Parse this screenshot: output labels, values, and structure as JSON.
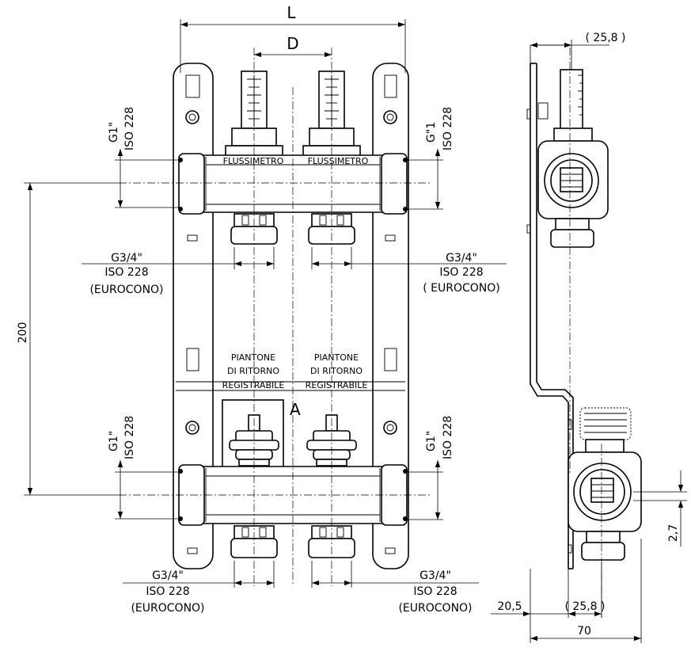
{
  "dimensions": {
    "L": "L",
    "D": "D",
    "height_200": "200",
    "side_top": "( 25,8 )",
    "side_bottom": "( 25,8 )",
    "offset_20_5": "20,5",
    "depth_70": "70",
    "offset_2_7": "2,7"
  },
  "thread_labels": {
    "g1_a": "G1\"",
    "iso_a": "ISO 228",
    "g1_b": "G\"1",
    "iso_b": "ISO 228",
    "g1_c": "G1\"",
    "iso_c": "ISO 228",
    "g1_d": "G1\"",
    "iso_d": "ISO 228"
  },
  "outlet_labels": {
    "ml_g": "G3/4\"",
    "ml_iso": "ISO 228",
    "ml_euro": "(EUROCONO)",
    "mr_g": "G3/4\"",
    "mr_iso": "ISO 228",
    "mr_euro": "( EUROCONO)",
    "bl_g": "G3/4\"",
    "bl_iso": "ISO 228",
    "bl_euro": "(EUROCONO)",
    "br_g": "G3/4\"",
    "br_iso": "ISO 228",
    "br_euro": "(EUROCONO)"
  },
  "component_labels": {
    "flow_left": "FLUSSIMETRO",
    "flow_right": "FLUSSIMETRO",
    "piantone_l1": "PIANTONE",
    "piantone_l2": "DI RITORNO",
    "piantone_l3": "REGISTRABILE",
    "piantone_r1": "PIANTONE",
    "piantone_r2": "DI RITORNO",
    "piantone_r3": "REGISTRABILE",
    "detail": "A"
  }
}
